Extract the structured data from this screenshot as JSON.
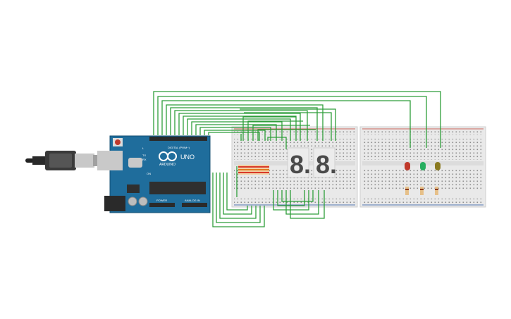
{
  "board": {
    "brand": "ARDUINO",
    "model": "UNO",
    "digital_label": "DIGITAL (PWM~)",
    "power_label": "POWER",
    "analog_label": "ANALOG IN",
    "tx_label": "TX",
    "rx_label": "RX",
    "l_label": "L",
    "on_label": "ON",
    "color": "#1f6d9c"
  },
  "display": {
    "digit_left": "8.",
    "digit_right": "8.",
    "segment_color": "#4a4a4a"
  },
  "leds": [
    {
      "name": "red",
      "color": "#c0392b"
    },
    {
      "name": "green",
      "color": "#27ae60"
    },
    {
      "name": "yellow",
      "color": "#8a7a20"
    }
  ],
  "wire_color": "#2e9e3a"
}
